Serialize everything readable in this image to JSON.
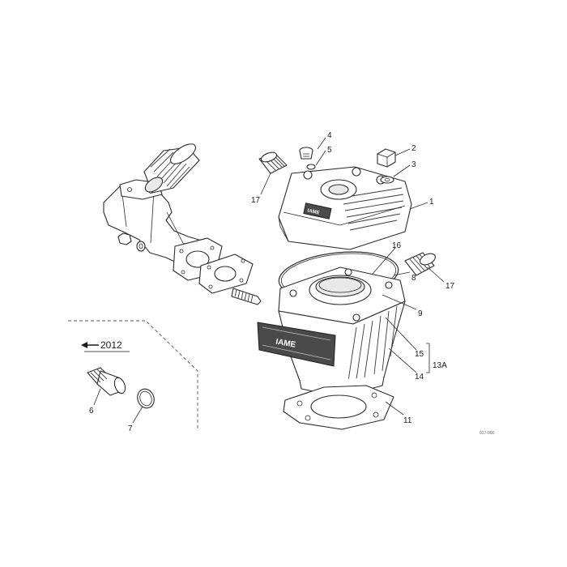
{
  "callouts": {
    "c1": "1",
    "c2": "2",
    "c3": "3",
    "c4": "4",
    "c5": "5",
    "c6": "6",
    "c7": "7",
    "c8": "8",
    "c9": "9",
    "c11": "11",
    "c14": "14",
    "c15": "15",
    "c16": "16",
    "c17a": "17",
    "c17b": "17",
    "c13a": "13A"
  },
  "inset": {
    "label": "2012"
  },
  "brand": {
    "head": "IAME",
    "cylinder": "IAME"
  },
  "reference": "017-000"
}
